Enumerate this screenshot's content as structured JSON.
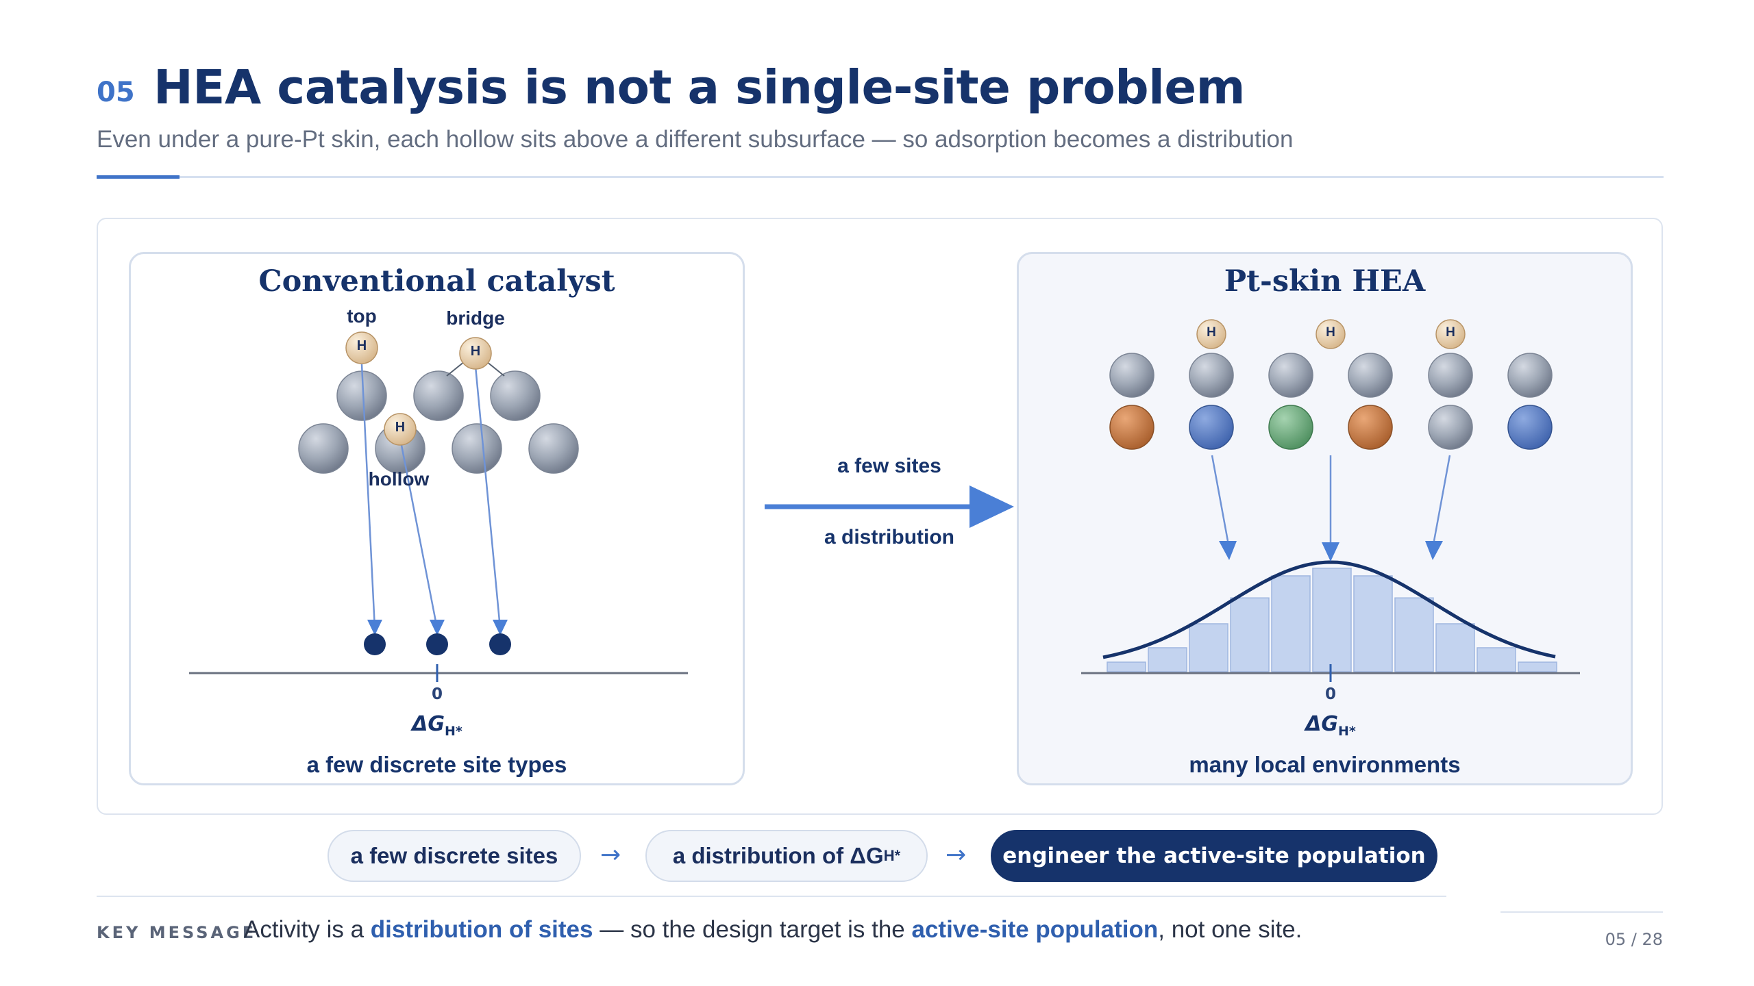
{
  "header": {
    "number": "05",
    "title": "HEA catalysis is not a single-site problem",
    "subtitle": "Even under a pure-Pt skin, each hollow sits above a different subsurface — so adsorption becomes a distribution"
  },
  "left_panel": {
    "title": "Conventional catalyst",
    "site_labels": {
      "top": "top",
      "bridge": "bridge",
      "hollow": "hollow"
    },
    "h_label": "H",
    "tick_label": "0",
    "axis_symbol": "ΔG",
    "axis_subscript": "H*",
    "caption": "a few discrete site types"
  },
  "middle": {
    "label_top": "a few sites",
    "label_bottom": "a distribution",
    "arrow_color": "#4a7fd6"
  },
  "right_panel": {
    "title": "Pt-skin HEA",
    "h_label": "H",
    "subsurface_colors": [
      "#c47a44",
      "#5b7fc4",
      "#6aa97a",
      "#c47a44",
      "#9aa3b1",
      "#5b7fc4"
    ],
    "histogram_levels": [
      0.1,
      0.25,
      0.5,
      0.77,
      1.0,
      1.08,
      1.0,
      0.77,
      0.5,
      0.25,
      0.1
    ],
    "tick_label": "0",
    "axis_symbol": "ΔG",
    "axis_subscript": "H*",
    "caption": "many local environments"
  },
  "flow": {
    "step1": "a few discrete sites",
    "step2_prefix": "a distribution of ΔG",
    "step2_subscript": "H*",
    "step3": "engineer the active-site population",
    "arrow": "→"
  },
  "key_message": {
    "tag": "KEY MESSAGE",
    "part1": "Activity is a ",
    "bold1": "distribution of sites",
    "part2": " — so the design target is the ",
    "bold2": "active-site population",
    "part3": ", not one site."
  },
  "page_number": "05 / 28",
  "colors": {
    "navy": "#16336b",
    "accent": "#3f73c8",
    "atom_grey": "#9aa3b1",
    "hydrogen": "#e8cfa8",
    "histogram_fill": "#c3d3ef"
  }
}
